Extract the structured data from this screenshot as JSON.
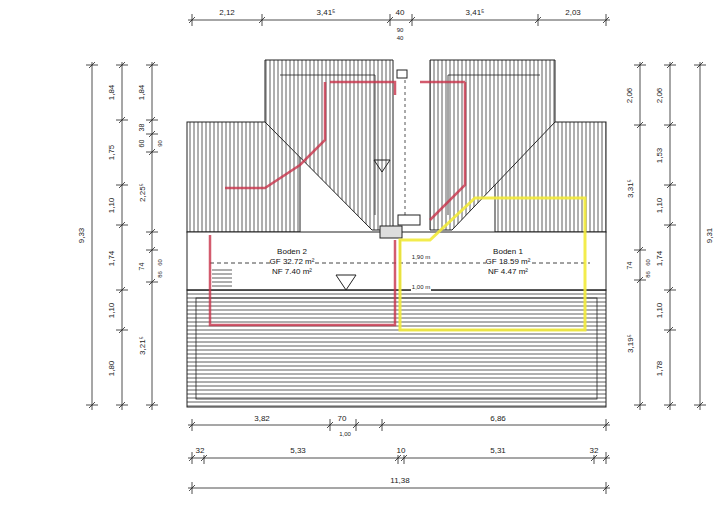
{
  "diagram": {
    "nodes": [
      {
        "text": [
          "Boden 2",
          "GF 32.72 m²",
          "NF 7.40 m²"
        ]
      },
      {
        "text": [
          "Boden 1",
          "GF 18.59 m²",
          "NF 4.47 m²"
        ]
      }
    ],
    "labels": [
      "2,12",
      "3,41⁵",
      "40",
      "90",
      "40",
      "3,41⁵",
      "2,03",
      "9,33",
      "1,84",
      "1,75",
      "1,10",
      "1,74",
      "1,10",
      "1,80",
      "1,84",
      "38",
      "60",
      "90",
      "2,25⁵",
      "74",
      "60",
      "86",
      "3,21⁵",
      "2,06",
      "3,31⁵",
      "74",
      "60",
      "86",
      "3,19⁵",
      "2,06",
      "1,53",
      "1,10",
      "1,74",
      "1,10",
      "1,78",
      "9,31",
      "3,82",
      "70",
      "1,00",
      "6,86",
      "32",
      "5,33",
      "10",
      "5,31",
      "32",
      "11,38",
      "1,90 m",
      "1,00 m"
    ]
  }
}
